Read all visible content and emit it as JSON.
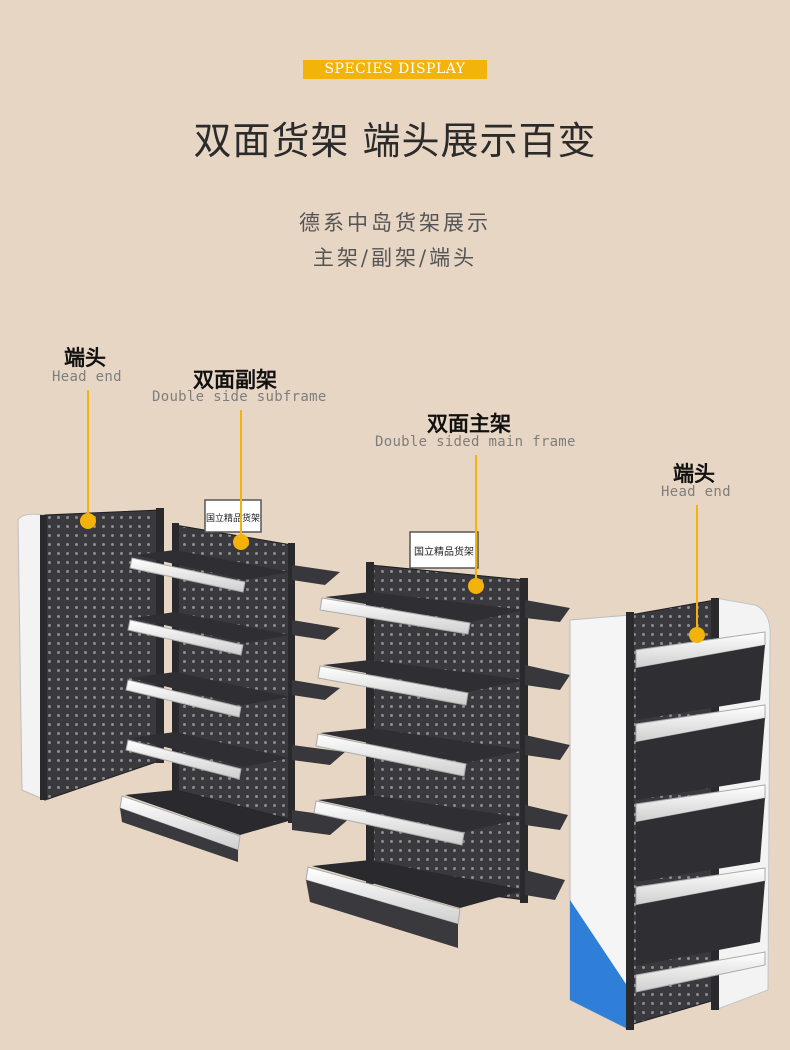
{
  "header": {
    "badge": "SPECIES DISPLAY",
    "headline": "双面货架 端头展示百变",
    "sub_line1": "德系中岛货架展示",
    "sub_line2": "主架/副架/端头"
  },
  "callouts": [
    {
      "cn": "端头",
      "en": "Head end"
    },
    {
      "cn": "双面副架",
      "en": "Double side subframe"
    },
    {
      "cn": "双面主架",
      "en": "Double sided main frame"
    },
    {
      "cn": "端头",
      "en": "Head end"
    }
  ],
  "signs": {
    "subframe_sign": "国立精品货架",
    "mainframe_sign": "国立精品货架"
  },
  "colors": {
    "background": "#e7d6c4",
    "accent": "#f4b30b",
    "shelf_dark": "#2f2f33",
    "shelf_edge": "#f2f2f2",
    "end_panel_blue": "#2f7fd8"
  }
}
